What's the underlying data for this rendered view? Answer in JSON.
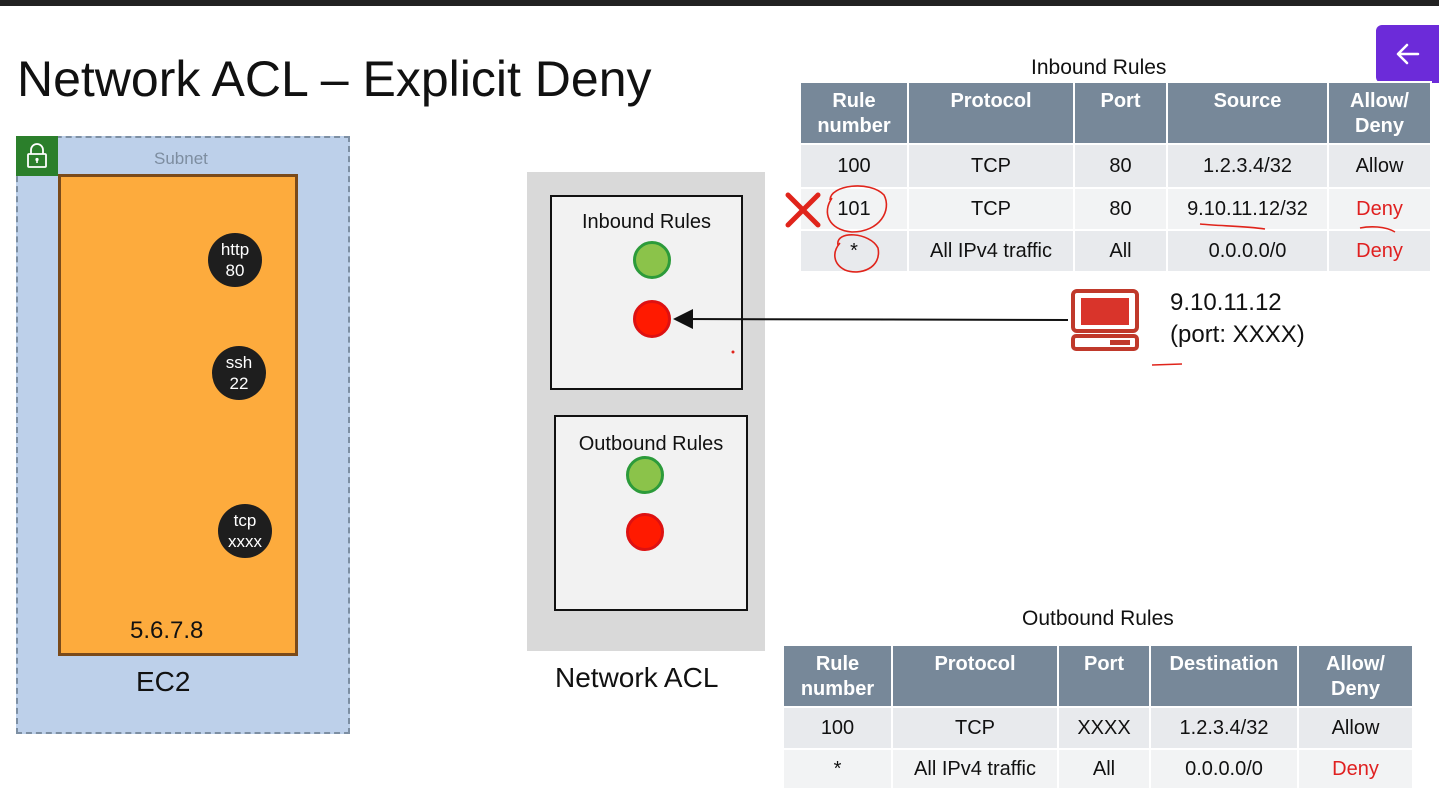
{
  "title": "Network ACL – Explicit Deny",
  "subnet": {
    "label": "Subnet",
    "lock_icon": "lock-icon"
  },
  "ec2": {
    "ip": "5.6.7.8",
    "label": "EC2",
    "ports": [
      {
        "line1": "http",
        "line2": "80"
      },
      {
        "line1": "ssh",
        "line2": "22"
      },
      {
        "line1": "tcp",
        "line2": "xxxx"
      }
    ]
  },
  "acl": {
    "label": "Network ACL",
    "inbound_title": "Inbound Rules",
    "outbound_title": "Outbound Rules"
  },
  "inbound_table": {
    "caption": "Inbound Rules",
    "headers": [
      "Rule\nnumber",
      "Protocol",
      "Port",
      "Source",
      "Allow/\nDeny"
    ],
    "rows": [
      [
        "100",
        "TCP",
        "80",
        "1.2.3.4/32",
        "Allow"
      ],
      [
        "101",
        "TCP",
        "80",
        "9.10.11.12/32",
        "Deny"
      ],
      [
        "*",
        "All IPv4 traffic",
        "All",
        "0.0.0.0/0",
        "Deny"
      ]
    ]
  },
  "outbound_table": {
    "caption": "Outbound Rules",
    "headers": [
      "Rule\nnumber",
      "Protocol",
      "Port",
      "Destination",
      "Allow/\nDeny"
    ],
    "rows": [
      [
        "100",
        "TCP",
        "XXXX",
        "1.2.3.4/32",
        "Allow"
      ],
      [
        "*",
        "All IPv4 traffic",
        "All",
        "0.0.0.0/0",
        "Deny"
      ]
    ]
  },
  "client": {
    "ip": "9.10.11.12",
    "port": "(port: XXXX)",
    "icon": "computer-icon"
  },
  "colors": {
    "deny": "#e02020",
    "accent": "#6c2bd9",
    "header": "#778899",
    "ec2": "#fdab3d"
  }
}
